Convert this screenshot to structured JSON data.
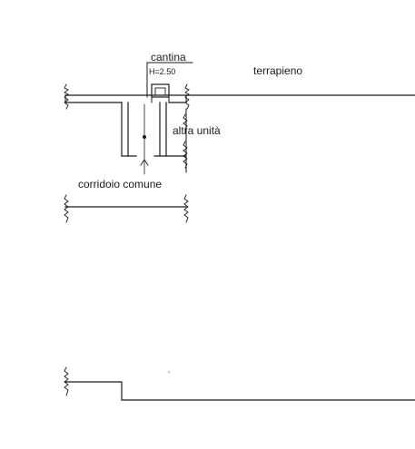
{
  "labels": {
    "cellar": "cantina",
    "cellar_height": "H=2.50",
    "embankment": "terrapieno",
    "other_unit": "altra unità",
    "common_corridor": "corridoio comune"
  },
  "colors": {
    "ink": "#1a1a1a",
    "background": "#ffffff"
  },
  "icons": {
    "break_marks": "zigzag-break-line-icon",
    "entry_arrow": "arrow-up-icon"
  }
}
